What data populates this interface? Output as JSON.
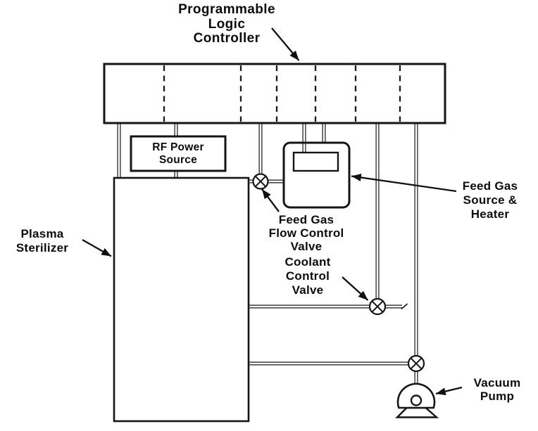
{
  "diagram": {
    "title_note": "Plasma sterilizer system block diagram",
    "colors": {
      "ink": "#151515",
      "background": "#ffffff",
      "text": "#0c0c0c"
    },
    "labels": {
      "plc": "Programmable\nLogic\nController",
      "rf_power": "RF Power\nSource",
      "plasma_sterilizer": "Plasma\nSterilizer",
      "feed_gas_valve": "Feed Gas\nFlow Control\nValve",
      "coolant_valve": "Coolant\nControl\nValve",
      "feed_gas_source": "Feed Gas\nSource &\nHeater",
      "vacuum_pump": "Vacuum\nPump"
    }
  }
}
